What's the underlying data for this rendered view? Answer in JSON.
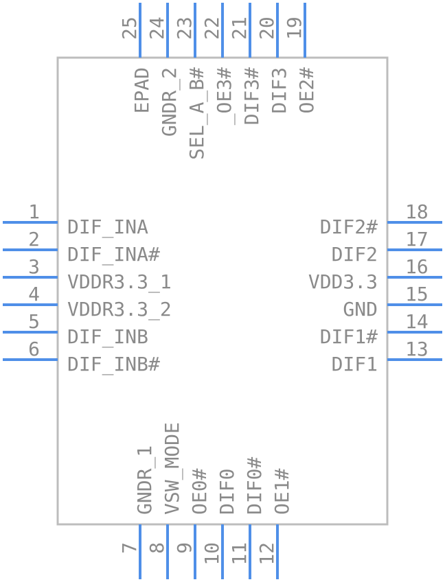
{
  "colors": {
    "pin": "#4f8fe8",
    "body": "#bdbdbd",
    "text": "#8a8a8a"
  },
  "pins_left": [
    {
      "num": "1",
      "name": "DIF_INA"
    },
    {
      "num": "2",
      "name": "DIF_INA#"
    },
    {
      "num": "3",
      "name": "VDDR3.3_1"
    },
    {
      "num": "4",
      "name": "VDDR3.3_2"
    },
    {
      "num": "5",
      "name": "DIF_INB"
    },
    {
      "num": "6",
      "name": "DIF_INB#"
    }
  ],
  "pins_right": [
    {
      "num": "18",
      "name": "DIF2#"
    },
    {
      "num": "17",
      "name": "DIF2"
    },
    {
      "num": "16",
      "name": "VDD3.3"
    },
    {
      "num": "15",
      "name": "GND"
    },
    {
      "num": "14",
      "name": "DIF1#"
    },
    {
      "num": "13",
      "name": "DIF1"
    }
  ],
  "pins_bottom": [
    {
      "num": "7",
      "name": "GNDR_1"
    },
    {
      "num": "8",
      "name": "VSW_MODE"
    },
    {
      "num": "9",
      "name": "OE0#"
    },
    {
      "num": "10",
      "name": "DIF0"
    },
    {
      "num": "11",
      "name": "DIF0#"
    },
    {
      "num": "12",
      "name": "OE1#"
    }
  ],
  "pins_top": [
    {
      "num": "25",
      "name": "EPAD"
    },
    {
      "num": "24",
      "name": "GNDR_2"
    },
    {
      "num": "23",
      "name": "SEL_A_B#"
    },
    {
      "num": "22",
      "name": "_OE3#"
    },
    {
      "num": "21",
      "name": "DIF3#"
    },
    {
      "num": "20",
      "name": "DIF3"
    },
    {
      "num": "19",
      "name": "OE2#"
    }
  ]
}
